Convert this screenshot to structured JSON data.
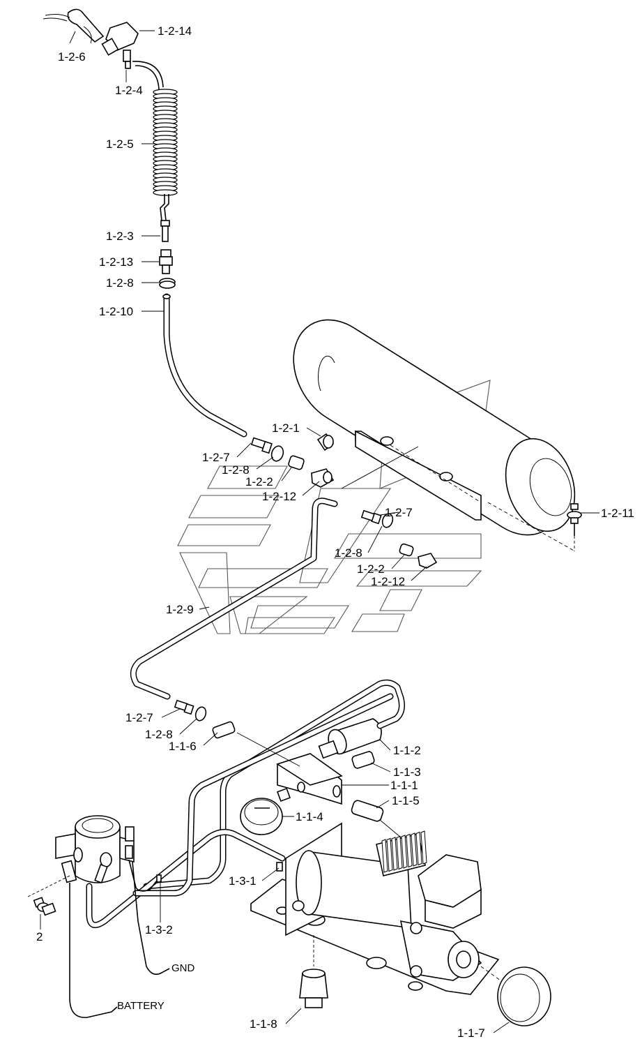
{
  "diagram": {
    "part_labels": {
      "p1_2_14": "1-2-14",
      "p1_2_6": "1-2-6",
      "p1_2_4": "1-2-4",
      "p1_2_5": "1-2-5",
      "p1_2_3": "1-2-3",
      "p1_2_13": "1-2-13",
      "p1_2_8_top": "1-2-8",
      "p1_2_10": "1-2-10",
      "p1_2_1": "1-2-1",
      "p1_2_7_a": "1-2-7",
      "p1_2_8_a": "1-2-8",
      "p1_2_2_a": "1-2-2",
      "p1_2_12_a": "1-2-12",
      "p1_2_11": "1-2-11",
      "p1_2_7_b": "1-2-7",
      "p1_2_8_b": "1-2-8",
      "p1_2_2_b": "1-2-2",
      "p1_2_12_b": "1-2-12",
      "p1_2_9": "1-2-9",
      "p1_2_7_c": "1-2-7",
      "p1_2_8_c": "1-2-8",
      "p1_1_6": "1-1-6",
      "p1_1_2": "1-1-2",
      "p1_1_3": "1-1-3",
      "p1_1_1": "1-1-1",
      "p1_1_5": "1-1-5",
      "p1_1_4": "1-1-4",
      "p1_3_1": "1-3-1",
      "p1_3_2": "1-3-2",
      "p2": "2",
      "p1_1_8": "1-1-8",
      "p1_1_7": "1-1-7"
    },
    "wire_labels": {
      "gnd": "GND",
      "battery": "BATTERY"
    }
  }
}
